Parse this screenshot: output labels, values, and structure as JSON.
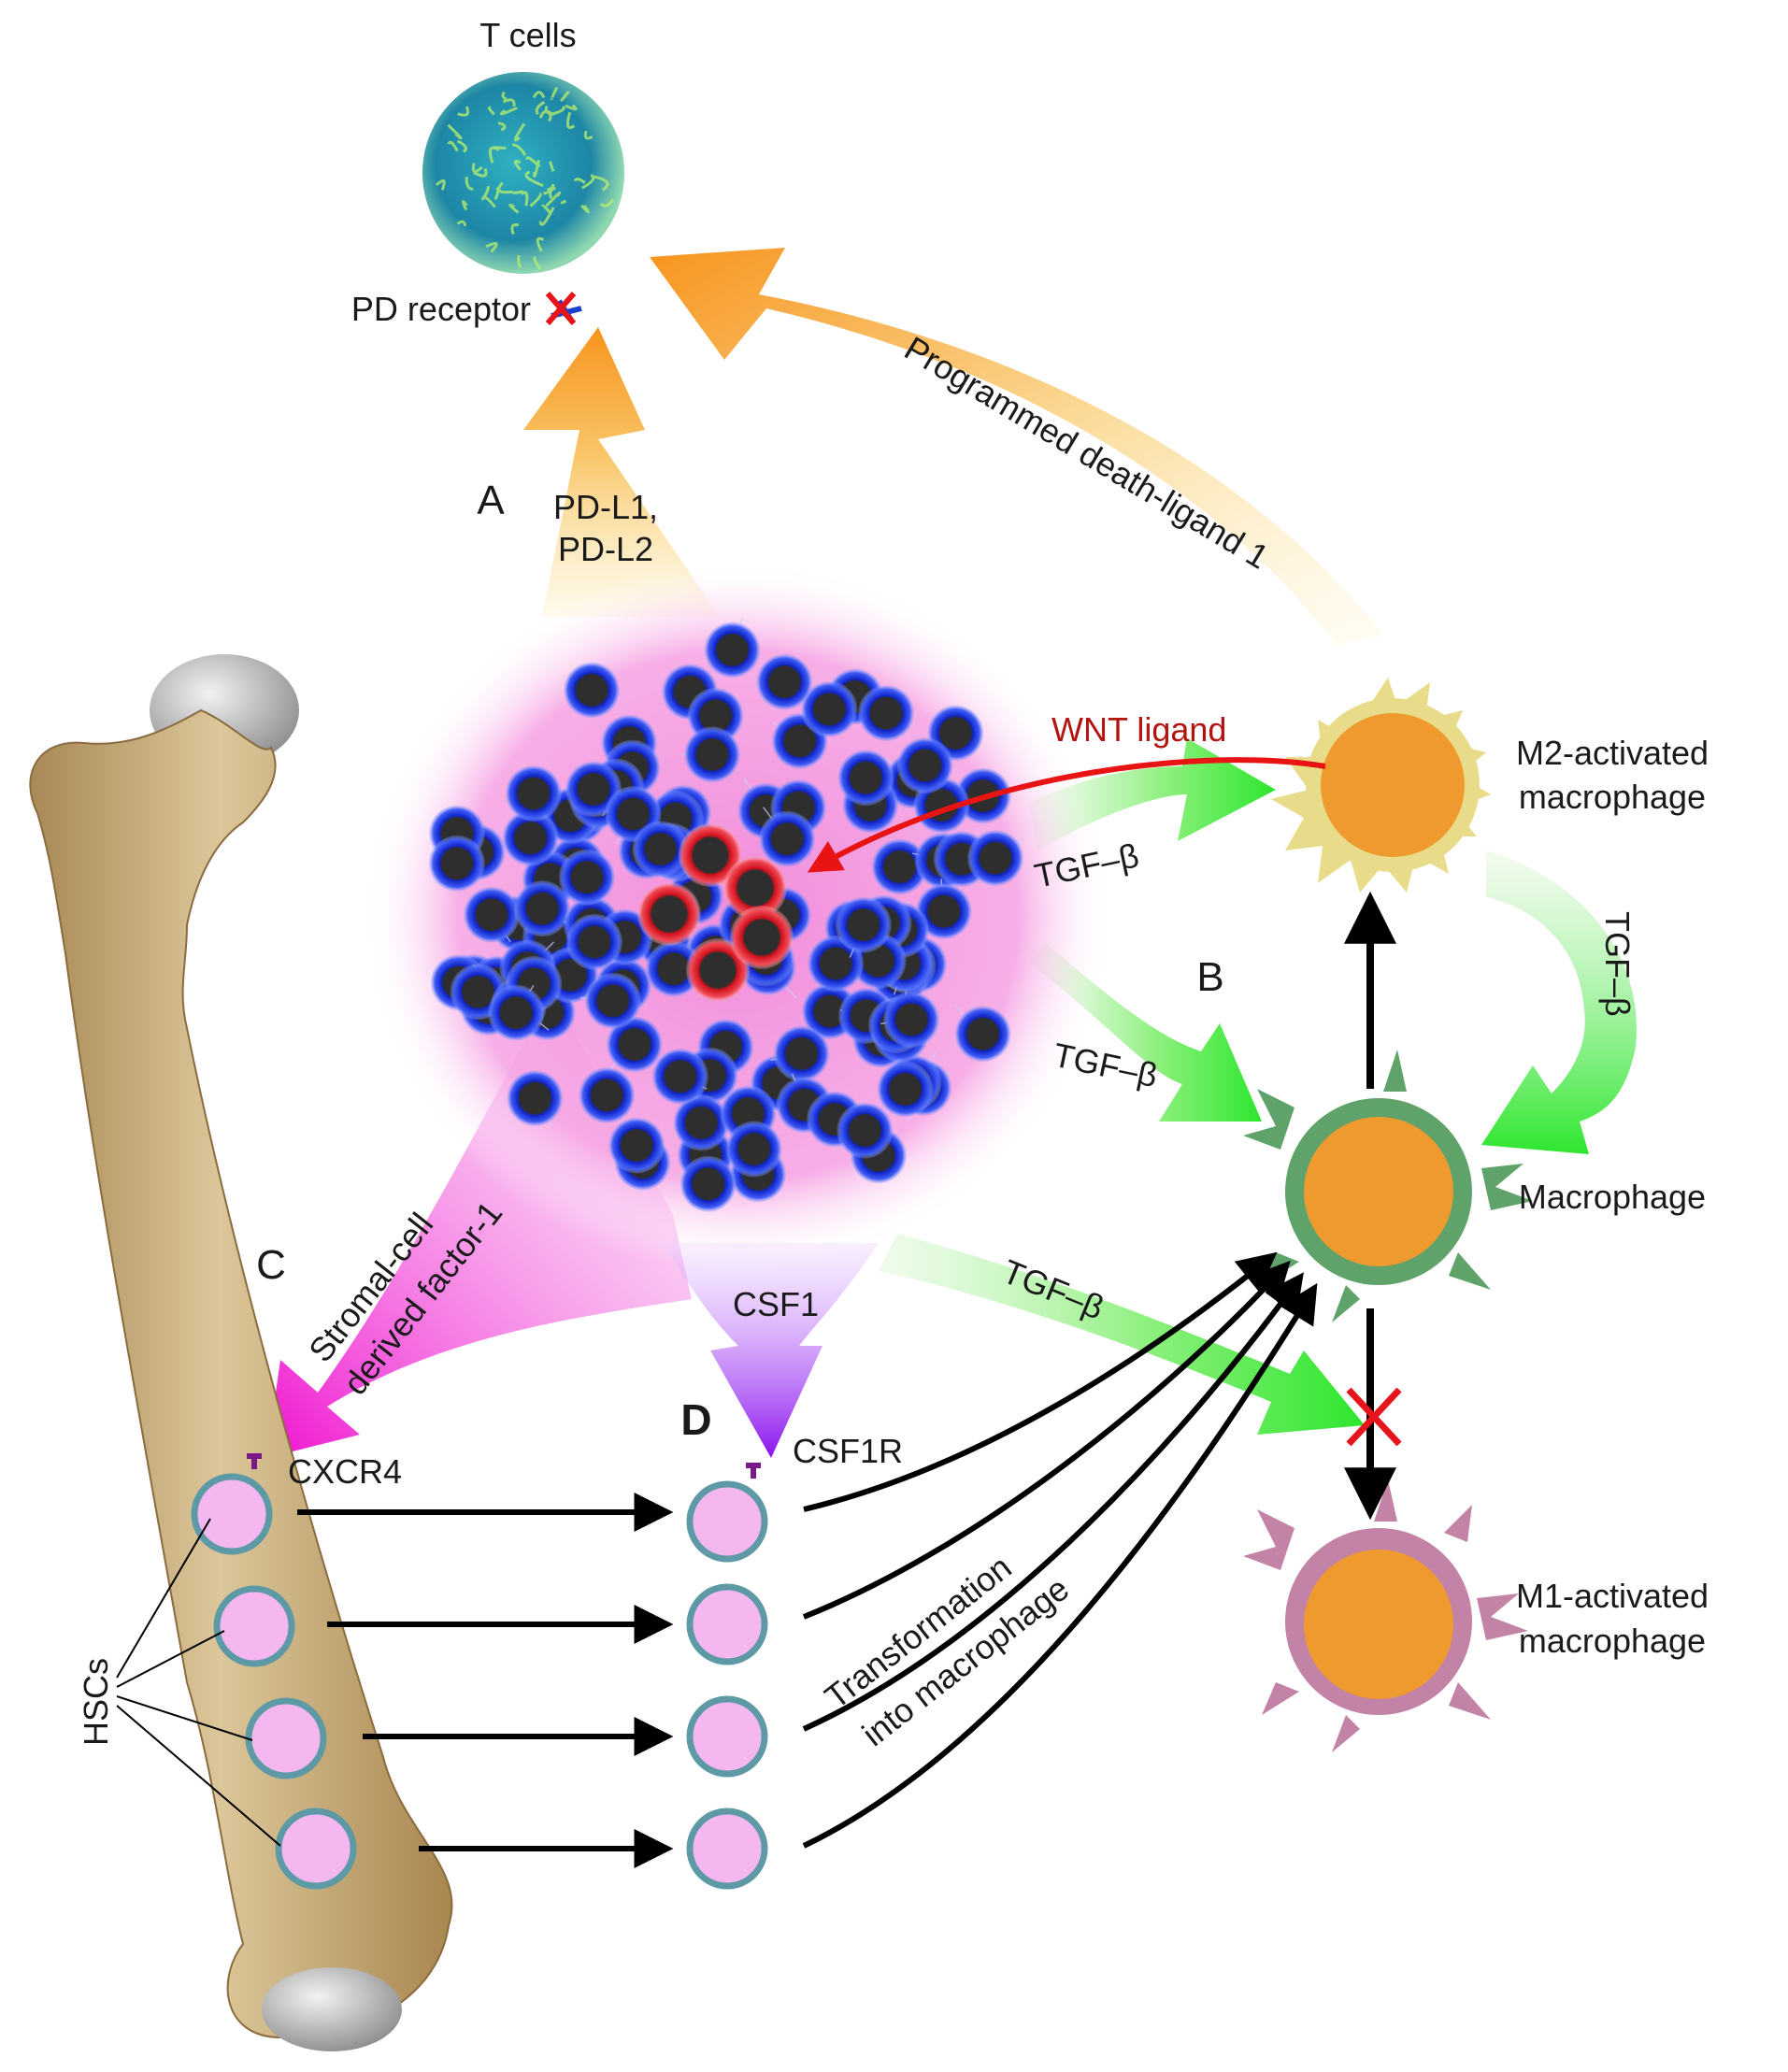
{
  "labels": {
    "t_cells": "T cells",
    "pd_receptor": "PD receptor",
    "a": "A",
    "b": "B",
    "c": "C",
    "d": "D",
    "pdl1": "PD-L1,",
    "pdl2": "PD-L2",
    "programmed_death_ligand": "Programmed death-ligand 1",
    "wnt_ligand": "WNT ligand",
    "m2_line1": "M2-activated",
    "m2_line2": "macrophage",
    "tgf_beta": "TGF–β",
    "macrophage": "Macrophage",
    "m1_line1": "M1-activated",
    "m1_line2": "macrophage",
    "stromal_line1": "Stromal-cell",
    "stromal_line2": "derived factor-1",
    "csf1": "CSF1",
    "csf1r": "CSF1R",
    "cxcr4": "CXCR4",
    "hscs": "HSCs",
    "transformation_line1": "Transformation",
    "transformation_line2": "into macrophage"
  },
  "colors": {
    "orange_arrow": "#f7a233",
    "green_arrow": "#3ee83e",
    "magenta_arrow": "#f31ad6",
    "purple_arrow": "#8a1ff0",
    "wnt_arrow": "#e81414",
    "inhibition_x": "#e8141b",
    "macrophage_core": "#ef9a2e",
    "m2_rim": "#e8dc8a",
    "macrophage_rim": "#5fa36a",
    "m1_rim": "#c383a6",
    "hsc_fill": "#f4b7ef",
    "hsc_rim": "#5d9aa6",
    "bone": "#c9ae7e",
    "tumor_cell_rim": "#1c3cf0",
    "stem_cell_rim": "#f01c2a",
    "t_cell": "#1f8fa8"
  },
  "icons": {
    "t_cell": "t-cell-icon",
    "tumor": "tumor-mass-icon",
    "bone": "femur-bone-icon",
    "inhibition": "red-x-icon"
  }
}
